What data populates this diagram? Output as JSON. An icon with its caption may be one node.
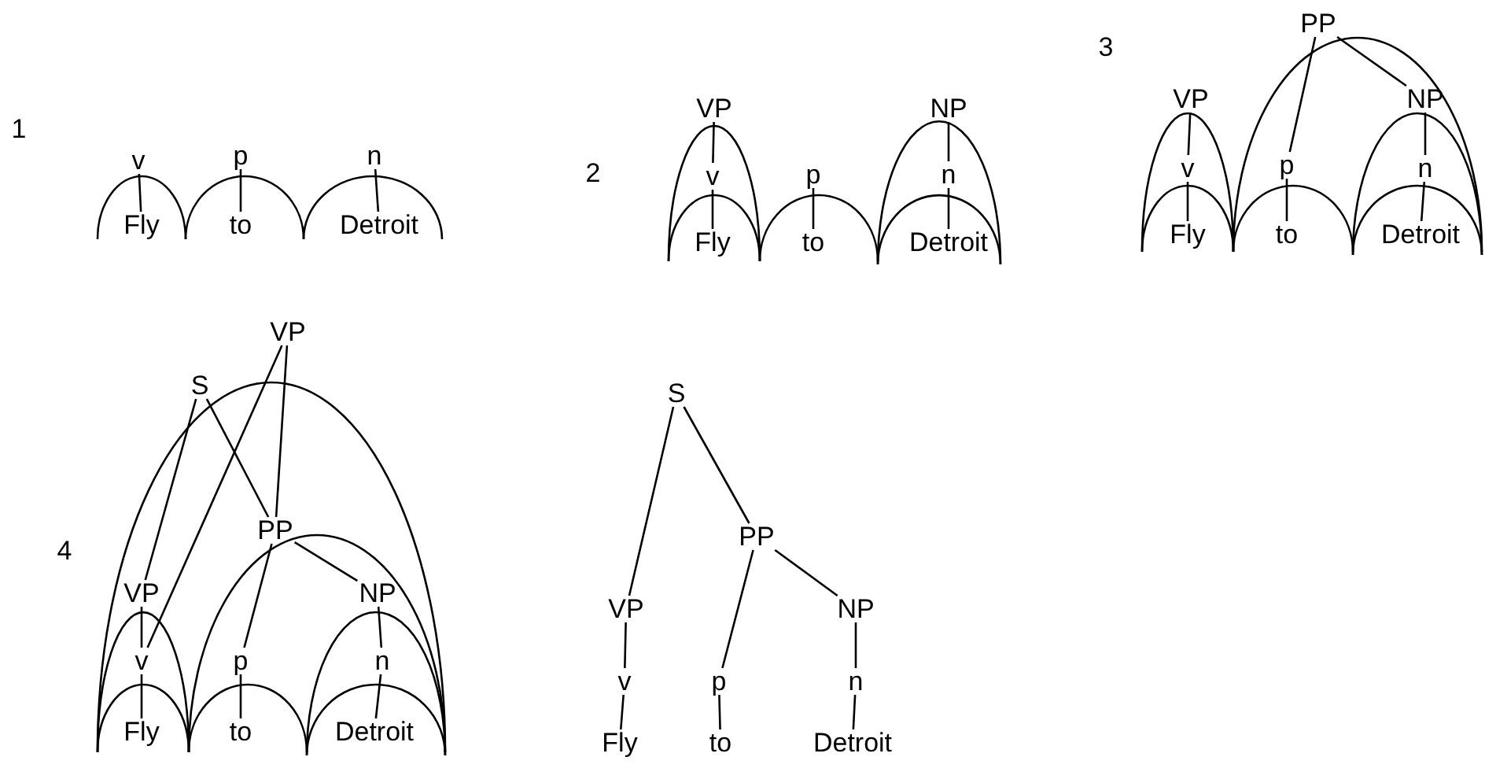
{
  "diagram": {
    "nodes": [
      {
        "text": [
          "v"
        ]
      },
      {
        "text": [
          "p"
        ]
      },
      {
        "text": [
          "n"
        ]
      },
      {
        "text": [
          "Fly"
        ]
      },
      {
        "text": [
          "to"
        ]
      },
      {
        "text": [
          "Detroit"
        ]
      },
      {
        "text": [
          "VP"
        ]
      },
      {
        "text": [
          "NP"
        ]
      },
      {
        "text": [
          "v"
        ]
      },
      {
        "text": [
          "p"
        ]
      },
      {
        "text": [
          "n"
        ]
      },
      {
        "text": [
          "Fly"
        ]
      },
      {
        "text": [
          "to"
        ]
      },
      {
        "text": [
          "Detroit"
        ]
      },
      {
        "text": [
          "PP"
        ]
      },
      {
        "text": [
          "VP"
        ]
      },
      {
        "text": [
          "NP"
        ]
      },
      {
        "text": [
          "v"
        ]
      },
      {
        "text": [
          "p"
        ]
      },
      {
        "text": [
          "n"
        ]
      },
      {
        "text": [
          "Fly"
        ]
      },
      {
        "text": [
          "to"
        ]
      },
      {
        "text": [
          "Detroit"
        ]
      },
      {
        "text": [
          "VP"
        ]
      },
      {
        "text": [
          "S"
        ]
      },
      {
        "text": [
          "PP"
        ]
      },
      {
        "text": [
          "VP"
        ]
      },
      {
        "text": [
          "NP"
        ]
      },
      {
        "text": [
          "v"
        ]
      },
      {
        "text": [
          "p"
        ]
      },
      {
        "text": [
          "n"
        ]
      },
      {
        "text": [
          "Fly"
        ]
      },
      {
        "text": [
          "to"
        ]
      },
      {
        "text": [
          "Detroit"
        ]
      },
      {
        "text": [
          "S"
        ]
      },
      {
        "text": [
          "PP"
        ]
      },
      {
        "text": [
          "VP"
        ]
      },
      {
        "text": [
          "NP"
        ]
      },
      {
        "text": [
          "v"
        ]
      },
      {
        "text": [
          "p"
        ]
      },
      {
        "text": [
          "n"
        ]
      },
      {
        "text": [
          "Fly"
        ]
      },
      {
        "text": [
          "to"
        ]
      },
      {
        "text": [
          "Detroit"
        ]
      }
    ],
    "edges": [
      {
        "from": 0,
        "to": 3,
        "arrow": "none"
      },
      {
        "from": 1,
        "to": 4,
        "arrow": "none"
      },
      {
        "from": 2,
        "to": 5,
        "arrow": "none"
      },
      {
        "from": 6,
        "to": 8,
        "arrow": "none"
      },
      {
        "from": 7,
        "to": 10,
        "arrow": "none"
      },
      {
        "from": 8,
        "to": 11,
        "arrow": "none"
      },
      {
        "from": 9,
        "to": 12,
        "arrow": "none"
      },
      {
        "from": 10,
        "to": 13,
        "arrow": "none"
      },
      {
        "from": 15,
        "to": 17,
        "arrow": "none"
      },
      {
        "from": 14,
        "to": 18,
        "arrow": "none"
      },
      {
        "from": 14,
        "to": 16,
        "arrow": "none"
      },
      {
        "from": 16,
        "to": 19,
        "arrow": "none"
      },
      {
        "from": 17,
        "to": 20,
        "arrow": "none"
      },
      {
        "from": 18,
        "to": 21,
        "arrow": "none"
      },
      {
        "from": 19,
        "to": 22,
        "arrow": "none"
      },
      {
        "from": 24,
        "to": 26,
        "arrow": "none"
      },
      {
        "from": 24,
        "to": 25,
        "arrow": "none"
      },
      {
        "from": 23,
        "to": 25,
        "arrow": "none"
      },
      {
        "from": 23,
        "to": 28,
        "arrow": "none"
      },
      {
        "from": 26,
        "to": 28,
        "arrow": "none"
      },
      {
        "from": 25,
        "to": 29,
        "arrow": "none"
      },
      {
        "from": 25,
        "to": 27,
        "arrow": "none"
      },
      {
        "from": 27,
        "to": 30,
        "arrow": "none"
      },
      {
        "from": 28,
        "to": 31,
        "arrow": "none"
      },
      {
        "from": 29,
        "to": 32,
        "arrow": "none"
      },
      {
        "from": 30,
        "to": 33,
        "arrow": "none"
      },
      {
        "from": 34,
        "to": 36,
        "arrow": "none"
      },
      {
        "from": 34,
        "to": 35,
        "arrow": "none"
      },
      {
        "from": 35,
        "to": 39,
        "arrow": "none"
      },
      {
        "from": 35,
        "to": 37,
        "arrow": "none"
      },
      {
        "from": 36,
        "to": 38,
        "arrow": "none"
      },
      {
        "from": 37,
        "to": 40,
        "arrow": "none"
      },
      {
        "from": 38,
        "to": 41,
        "arrow": "none"
      },
      {
        "from": 39,
        "to": 42,
        "arrow": "none"
      },
      {
        "from": 40,
        "to": 43,
        "arrow": "none"
      }
    ],
    "labels": [
      "1",
      "2",
      "3",
      "4"
    ]
  }
}
